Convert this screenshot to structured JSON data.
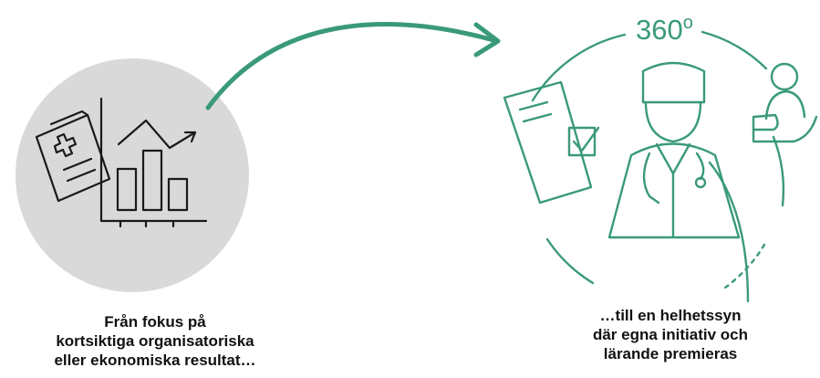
{
  "colors": {
    "accent_green": "#3a9a78",
    "circle_gray": "#d9d9d9",
    "icon_dark": "#1a1a1a",
    "text": "#111111"
  },
  "icons": {
    "left": [
      "medical-record-icon",
      "bar-chart-growth-icon"
    ],
    "arrow": "curved-arrow-icon",
    "right": [
      "rotation-circle-icon",
      "doctor-icon",
      "checklist-document-icon",
      "hand-patient-icon"
    ]
  },
  "badge": {
    "number": "360",
    "unit": "o"
  },
  "left_caption": {
    "line1": "Från fokus på",
    "line2": "kortsiktiga organisatoriska",
    "line3": "eller ekonomiska resultat…"
  },
  "right_caption": {
    "line1": "…till en helhetssyn",
    "line2": "där egna initiativ och",
    "line3": "lärande premieras"
  }
}
